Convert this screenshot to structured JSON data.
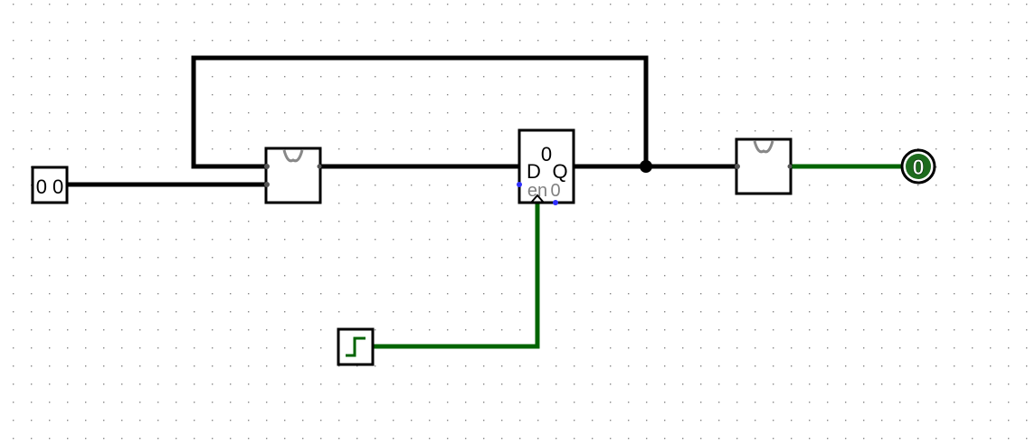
{
  "colors": {
    "background": "#ffffff",
    "grid_dot": "#888888",
    "wire_default": "#000000",
    "wire_low": "#006400",
    "pin": "#2f2fff",
    "muted": "#808080",
    "led_fill": "#1e6b1e",
    "led_text": "#ffffff"
  },
  "components": {
    "input_pin": {
      "value": "0 0",
      "icon": "multi-bit-input-pin"
    },
    "gate_left": {
      "icon": "or-gate-symbol"
    },
    "gate_right": {
      "icon": "or-gate-symbol"
    },
    "register": {
      "contents": "0",
      "d_label": "D",
      "q_label": "Q",
      "en_label": "en",
      "en_value": "0",
      "icon": "d-register"
    },
    "clock": {
      "icon": "clock-square-wave-icon"
    },
    "output_led": {
      "value": "0",
      "icon": "output-led"
    }
  }
}
